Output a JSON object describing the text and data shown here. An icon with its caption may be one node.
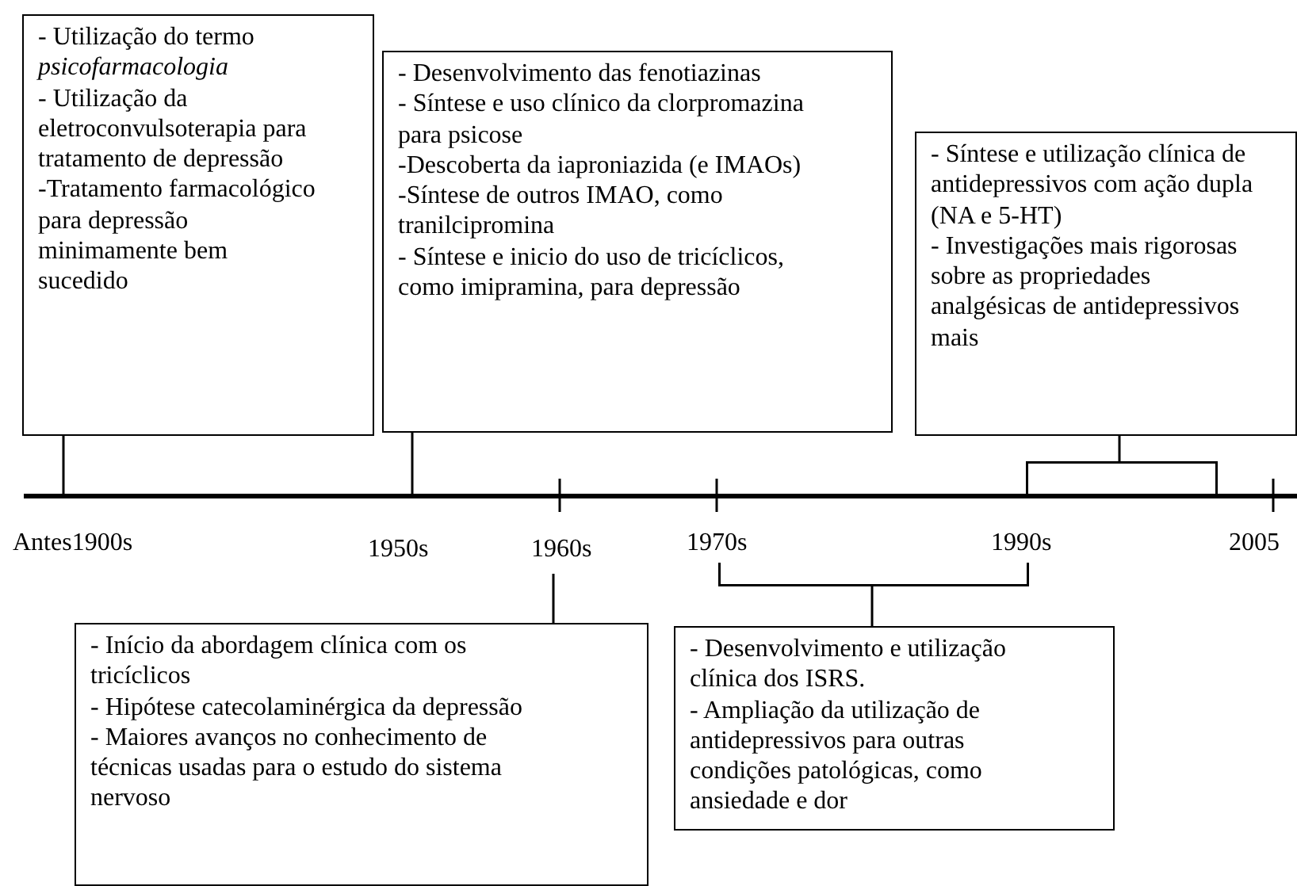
{
  "diagram": {
    "nodes": [
      {
        "text": [
          "- Utilização do termo *psicofarmacologia*",
          "- Utilização da eletroconvulsoterapia para tratamento de depressão",
          "-Tratamento farmacológico para depressão minimamente bem sucedido"
        ]
      },
      {
        "text": [
          "- Desenvolvimento das fenotiazinas",
          "- Síntese e uso clínico da clorpromazina para psicose",
          "-Descoberta da iaproniazida (e IMAOs)",
          "-Síntese de outros IMAO, como tranilcipromina",
          "- Síntese e inicio do uso de tricíclicos, como imipramina, para depressão"
        ]
      },
      {
        "text": [
          "- Síntese e utilização clínica de antidepressivos com ação dupla (NA e 5-HT)",
          "- Investigações mais rigorosas sobre as propriedades analgésicas de antidepressivos mais"
        ]
      },
      {
        "text": [
          "- Início da abordagem clínica com os tricíclicos",
          "- Hipótese catecolaminérgica da depressão",
          "- Maiores avanços no conhecimento de técnicas usadas para o estudo do sistema nervoso"
        ]
      },
      {
        "text": [
          "- Desenvolvimento e utilização clínica dos ISRS.",
          "- Ampliação da utilização de antidepressivos para outras condições patológicas, como ansiedade e dor"
        ]
      },
      {
        "text": [],
        "shape": "bracket"
      },
      {
        "text": [],
        "shape": "bracket"
      }
    ],
    "edges": [
      {
        "from": 0,
        "to": null,
        "arrow": "none"
      },
      {
        "from": 1,
        "to": null,
        "arrow": "none"
      },
      {
        "from": 2,
        "to": 5,
        "arrow": "none"
      },
      {
        "from": 3,
        "to": null,
        "arrow": "none"
      },
      {
        "from": 4,
        "to": 6,
        "arrow": "none"
      }
    ],
    "labels": [
      "Antes1900s",
      "1950s",
      "1960s",
      "1970s",
      "1990s",
      "2005"
    ]
  }
}
